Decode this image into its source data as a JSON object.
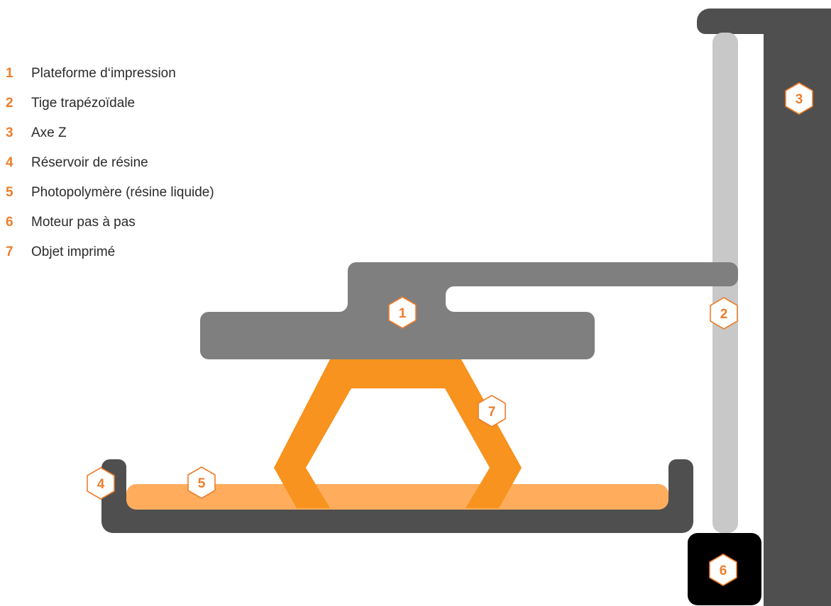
{
  "colors": {
    "accent": "#ee7d2b",
    "dark_frame": "#4f4f4f",
    "platform": "#7f7f7f",
    "rod": "#c8c8c8",
    "motor": "#000000",
    "printed_object": "#f7931e",
    "resin": "#ffad5c"
  },
  "legend": [
    {
      "num": "1",
      "label": "Plateforme d‘impression"
    },
    {
      "num": "2",
      "label": "Tige trapézoïdale"
    },
    {
      "num": "3",
      "label": "Axe Z"
    },
    {
      "num": "4",
      "label": "Réservoir de résine"
    },
    {
      "num": "5",
      "label": "Photopolymère (résine liquide)"
    },
    {
      "num": "6",
      "label": "Moteur pas à pas"
    },
    {
      "num": "7",
      "label": "Objet imprimé"
    }
  ],
  "callouts": [
    {
      "num": "1",
      "name": "print-platform",
      "style": "light"
    },
    {
      "num": "2",
      "name": "lead-screw",
      "style": "light"
    },
    {
      "num": "3",
      "name": "z-axis",
      "style": "light"
    },
    {
      "num": "4",
      "name": "resin-tank",
      "style": "light"
    },
    {
      "num": "5",
      "name": "photopolymer",
      "style": "light"
    },
    {
      "num": "6",
      "name": "stepper-motor",
      "style": "light"
    },
    {
      "num": "7",
      "name": "printed-object",
      "style": "light"
    }
  ]
}
